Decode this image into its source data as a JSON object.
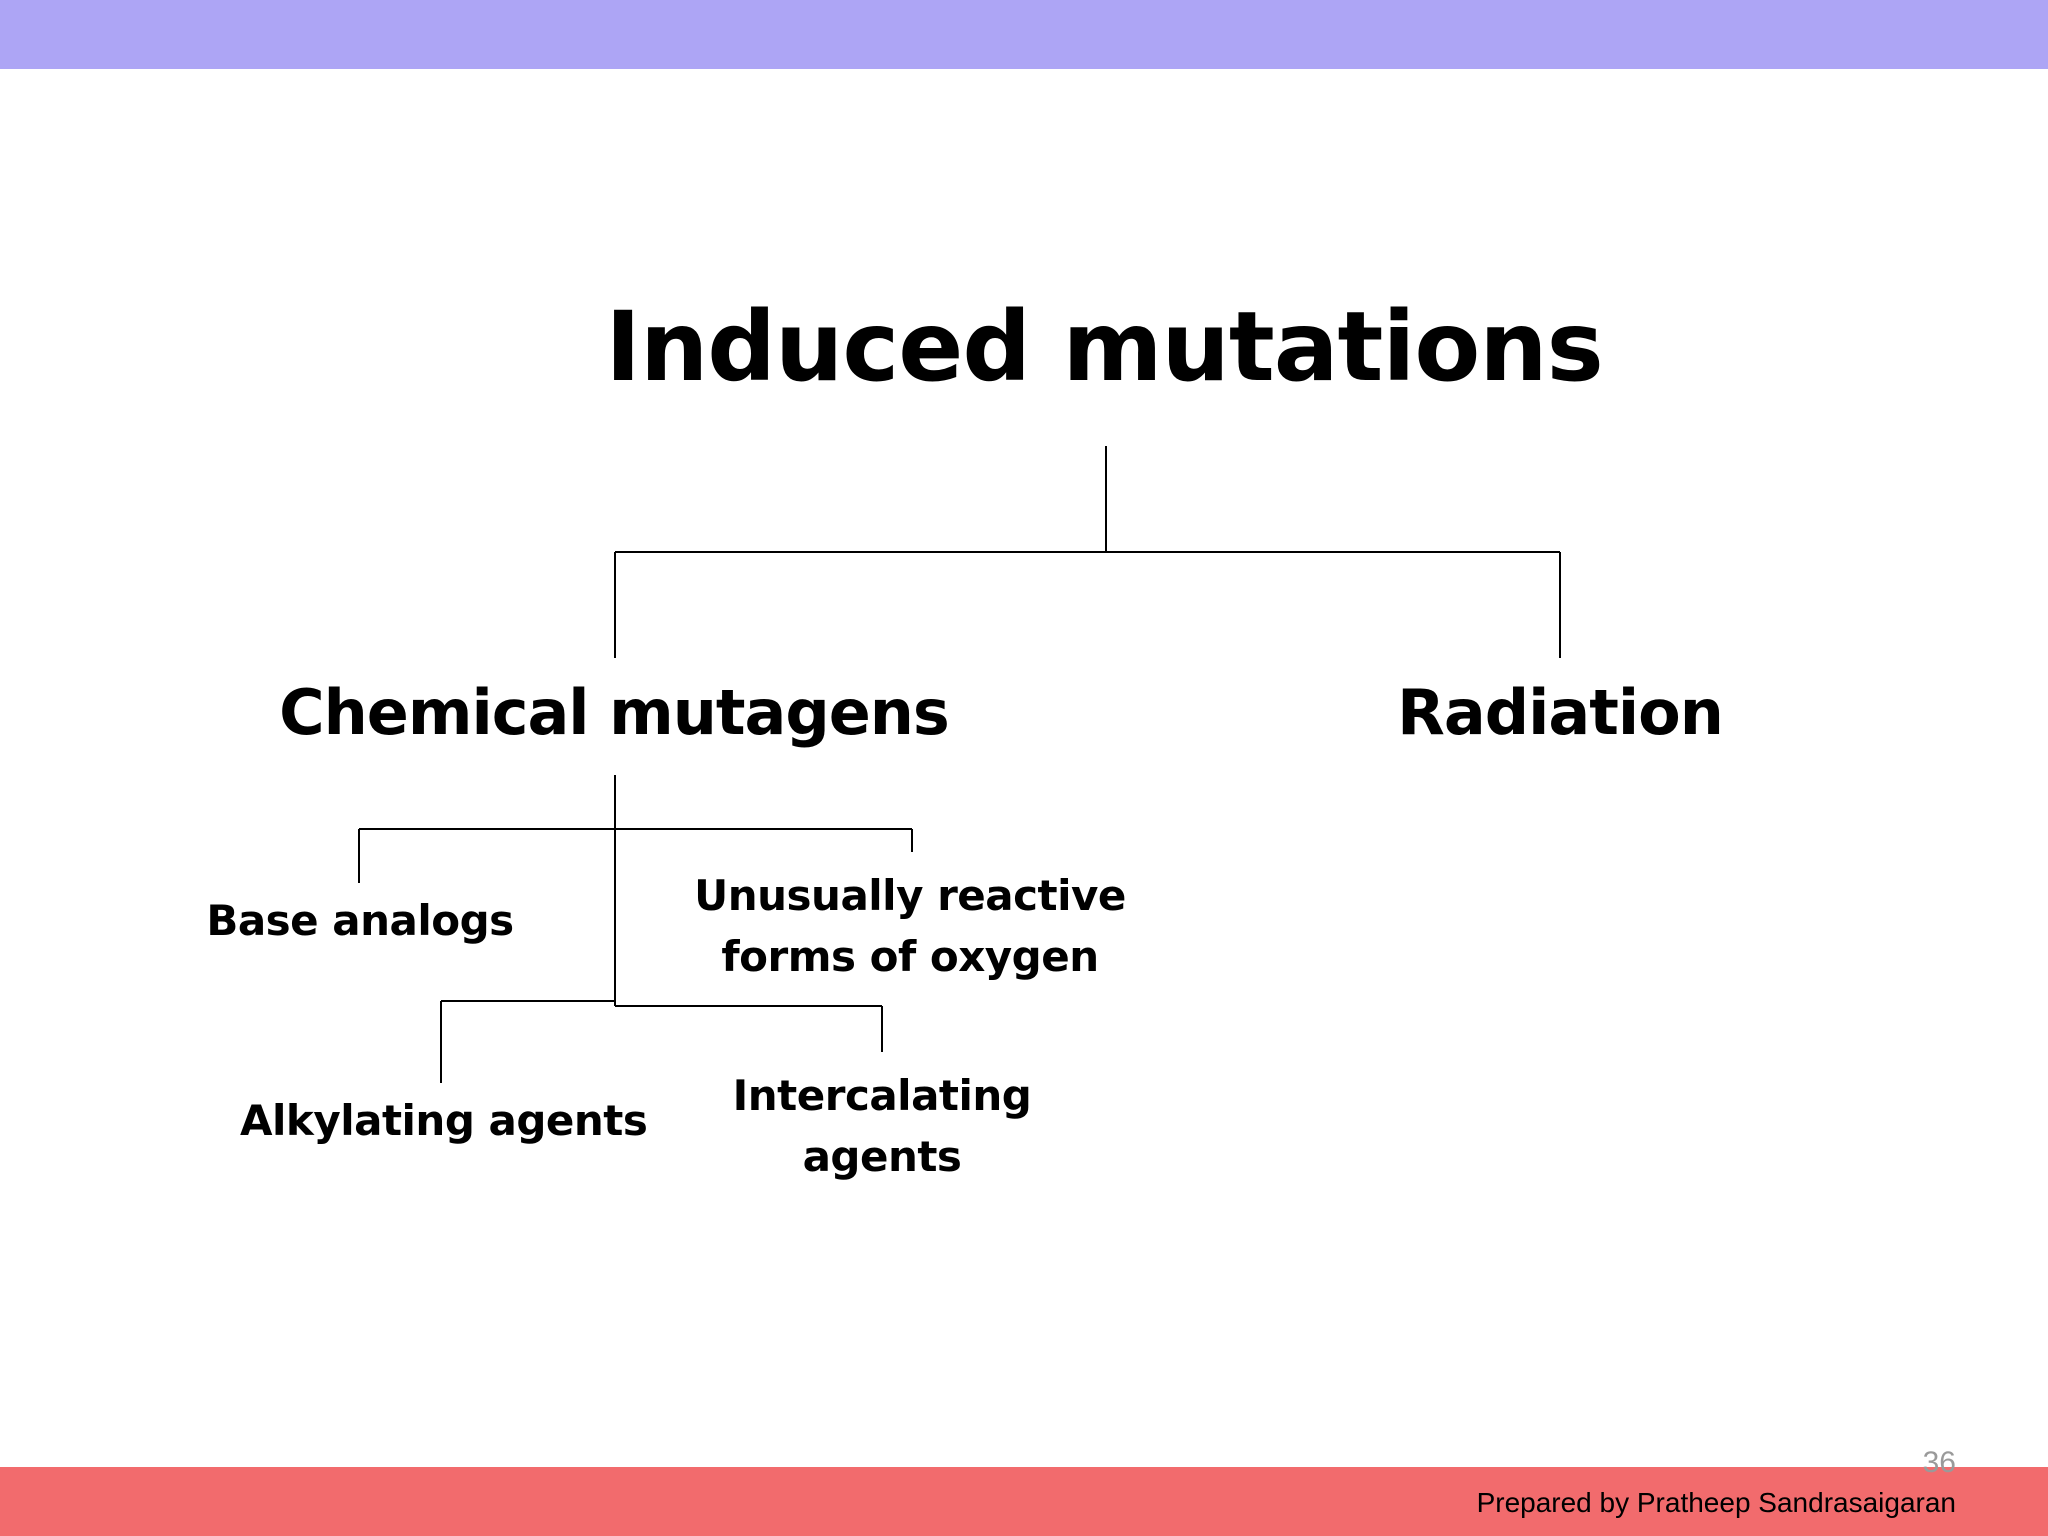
{
  "colors": {
    "top_band": "#ada5f5",
    "bottom_band": "#f26b6d",
    "text": "#000000",
    "page_number": "#9a9a9a"
  },
  "slide": {
    "title": "Induced mutations",
    "branches": {
      "chemical": "Chemical mutagens",
      "radiation": "Radiation"
    },
    "chemical_types": {
      "base_analogs": "Base analogs",
      "oxygen_line1": "Unusually reactive",
      "oxygen_line2": "forms of oxygen",
      "alkylating": "Alkylating agents",
      "intercalating_line1": "Intercalating",
      "intercalating_line2": "agents"
    },
    "page_number": "36",
    "footer": "Prepared by Pratheep Sandrasaigaran"
  }
}
